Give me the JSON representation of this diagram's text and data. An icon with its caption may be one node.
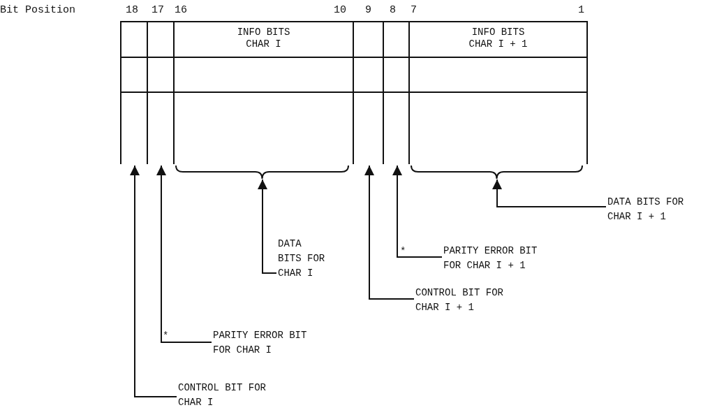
{
  "diagram": {
    "nodes": [
      {
        "text": [],
        "shape": "box"
      },
      {
        "text": [],
        "shape": "box"
      },
      {
        "text": [
          "INFO BITS CHAR I"
        ]
      },
      {
        "text": [],
        "shape": "box"
      },
      {
        "text": [],
        "shape": "box"
      },
      {
        "text": [
          "INFO BITS CHAR I + 1"
        ]
      },
      {
        "text": [
          "DATA BITS FOR CHAR I"
        ]
      },
      {
        "text": [
          "DATA BITS FOR CHAR I + 1"
        ]
      },
      {
        "text": [
          "PARITY ERROR BIT FOR CHAR I + 1"
        ]
      },
      {
        "text": [
          "CONTROL BIT FOR CHAR I + 1"
        ]
      },
      {
        "text": [
          "PARITY ERROR BIT FOR CHAR I"
        ]
      },
      {
        "text": [
          "CONTROL BIT FOR CHAR I"
        ]
      }
    ],
    "edges": [
      {
        "from": 6,
        "to": 2,
        "arrow": "to"
      },
      {
        "from": 7,
        "to": 5,
        "arrow": "to"
      },
      {
        "from": 8,
        "to": 4,
        "arrow": "to"
      },
      {
        "from": 9,
        "to": 3,
        "arrow": "to"
      },
      {
        "from": 10,
        "to": 1,
        "arrow": "to"
      },
      {
        "from": 11,
        "to": 0,
        "arrow": "to"
      }
    ],
    "labels": [
      "Bit Position",
      "18",
      "17",
      "16",
      "10",
      "9",
      "8",
      "7",
      "1",
      "*",
      "*"
    ]
  }
}
